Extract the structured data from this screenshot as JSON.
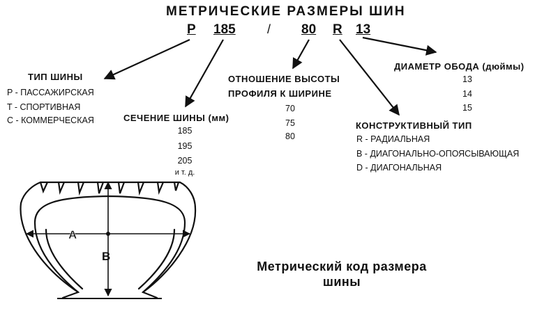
{
  "title": "МЕТРИЧЕСКИЕ РАЗМЕРЫ ШИН",
  "code": {
    "type": "P",
    "section": "185",
    "slash": "/",
    "ratio": "80",
    "construction": "R",
    "rim": "13"
  },
  "tire_type": {
    "heading": "ТИП ШИНЫ",
    "items": [
      "P - ПАССАЖИРСКАЯ",
      "T - СПОРТИВНАЯ",
      "C - КОММЕРЧЕСКАЯ"
    ]
  },
  "section_width": {
    "heading": "СЕЧЕНИЕ ШИНЫ (мм)",
    "values": [
      "185",
      "195",
      "205",
      "и т. д."
    ]
  },
  "aspect_ratio": {
    "heading_line1": "ОТНОШЕНИЕ ВЫСОТЫ",
    "heading_line2": "ПРОФИЛЯ К ШИРИНЕ",
    "values": [
      "70",
      "75",
      "80"
    ]
  },
  "construction_type": {
    "heading": "КОНСТРУКТИВНЫЙ ТИП",
    "items": [
      "R - РАДИАЛЬНАЯ",
      "B - ДИАГОНАЛЬНО-ОПОЯСЫВАЮЩАЯ",
      "D - ДИАГОНАЛЬНАЯ"
    ]
  },
  "rim_diameter": {
    "heading": "ДИАМЕТР ОБОДА (дюймы)",
    "values": [
      "13",
      "14",
      "15"
    ]
  },
  "tire_drawing": {
    "label_width": "A",
    "label_height": "B"
  },
  "caption": {
    "line1": "Метрический код размера",
    "line2": "шины"
  }
}
